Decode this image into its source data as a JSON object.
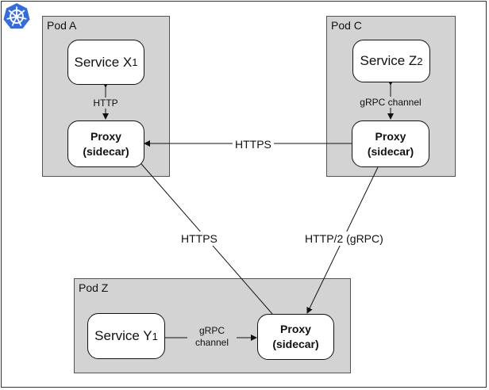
{
  "pods": {
    "a": {
      "label": "Pod A"
    },
    "c": {
      "label": "Pod C"
    },
    "z": {
      "label": "Pod Z"
    }
  },
  "services": {
    "x": {
      "name": "Service X",
      "sub": "1"
    },
    "z": {
      "name": "Service Z",
      "sub": "2"
    },
    "y": {
      "name": "Service Y",
      "sub": "1"
    }
  },
  "proxy": {
    "line1": "Proxy",
    "line2": "(sidecar)"
  },
  "edges": {
    "pod_a_internal": "HTTP",
    "pod_c_internal": "gRPC channel",
    "pod_z_internal_1": "gRPC",
    "pod_z_internal_2": "channel",
    "c_to_a": "HTTPS",
    "z_to_a": "HTTPS",
    "c_to_z": "HTTP/2 (gRPC)"
  },
  "icons": {
    "logo": "kubernetes-wheel-icon"
  },
  "colors": {
    "pod_fill": "#d3d3d3",
    "logo_blue": "#326ce5"
  }
}
